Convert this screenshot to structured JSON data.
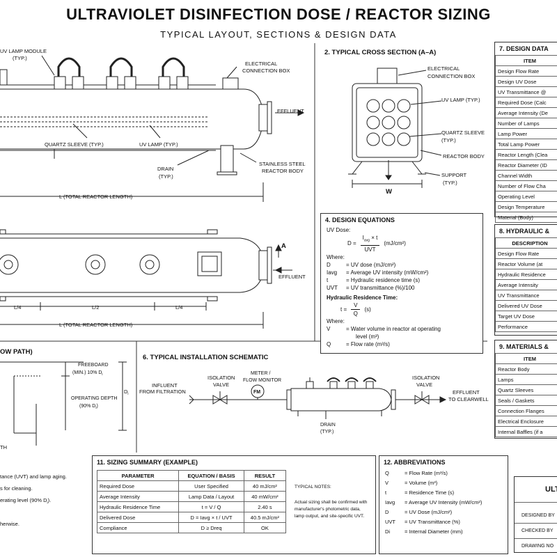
{
  "header": {
    "title": "ULTRAVIOLET DISINFECTION DOSE / REACTOR SIZING",
    "subtitle": "TYPICAL LAYOUT, SECTIONS & DESIGN DATA"
  },
  "elevation": {
    "lamp_module": "UV LAMP MODULE",
    "typ": "(TYP.)",
    "electrical_box": "ELECTRICAL",
    "electrical_box2": "CONNECTION BOX",
    "effluent": "EFFLUENT",
    "quartz_sleeve": "QUARTZ SLEEVE (TYP.)",
    "uv_lamp": "UV LAMP (TYP.)",
    "drain": "DRAIN",
    "stainless": "STAINLESS STEEL",
    "reactor_body": "REACTOR BODY",
    "length": "L (TOTAL REACTOR LENGTH)"
  },
  "plan": {
    "l4a": "L/4",
    "l2": "L/2",
    "l4b": "L/4",
    "section_mark": "A",
    "effluent": "EFFLUENT",
    "length": "L (TOTAL REACTOR LENGTH)"
  },
  "cross_section": {
    "heading": "2.  TYPICAL CROSS SECTION (A–A)",
    "electrical1": "ELECTRICAL",
    "electrical2": "CONNECTION BOX",
    "uv_lamp": "UV LAMP (TYP.)",
    "quartz1": "QUARTZ SLEEVE",
    "quartz2": "(TYP.)",
    "reactor_body": "REACTOR BODY",
    "support1": "SUPPORT",
    "support2": "(TYP.)",
    "width": "W"
  },
  "design_equations": {
    "heading": "4.  DESIGN EQUATIONS",
    "uv_dose": "UV Dose:",
    "d_eq": "D  =",
    "num": "I",
    "num_sub": "avg",
    "num_rest": " × t",
    "den": "UVT",
    "units": "(mJ/cm²)",
    "where": "Where:",
    "defs": [
      {
        "sym": "D",
        "def": "=   UV dose (mJ/cm²)"
      },
      {
        "sym": "Iavg",
        "def": "=   Average UV intensity (mW/cm²)"
      },
      {
        "sym": "t",
        "def": "=   Hydraulic residence time (s)"
      },
      {
        "sym": "UVT",
        "def": "=   UV transmittance (%)/100"
      }
    ],
    "hrt_heading": "Hydraulic Residence Time:",
    "t_eq": "t  =",
    "t_num": "V",
    "t_den": "Q",
    "t_units": "(s)",
    "where2": "Where:",
    "defs2": [
      {
        "sym": "V",
        "def": "=   Water volume in reactor at operating"
      },
      {
        "sym": "",
        "def": "level (m³)"
      },
      {
        "sym": "Q",
        "def": "=   Flow rate (m³/s)"
      }
    ]
  },
  "flow_path": {
    "heading": "OW PATH)",
    "freeboard1": "FREEBOARD",
    "freeboard2": "(MIN.) 10% D",
    "freeboard2_sub": "i",
    "operating1": "OPERATING DEPTH",
    "operating2": "(90% D",
    "operating2_sub": "i",
    "operating2_end": ")",
    "di": "D",
    "di_sub": "i",
    "th": "TH"
  },
  "installation": {
    "heading": "6.  TYPICAL INSTALLATION SCHEMATIC",
    "influent1": "INFLUENT",
    "influent2": "FROM FILTRATION",
    "iso1a": "ISOLATION",
    "iso1b": "VALVE",
    "meter1": "METER /",
    "meter2": "FLOW MONITOR",
    "fm": "FM",
    "iso2a": "ISOLATION",
    "iso2b": "VALVE",
    "effluent1": "EFFLUENT",
    "effluent2": "TO CLEARWELL",
    "drain1": "DRAIN",
    "drain2": "(TYP.)"
  },
  "design_data": {
    "heading": "7.  DESIGN DATA",
    "col": "ITEM",
    "rows": [
      "Design Flow Rate",
      "Design UV Dose",
      "UV Transmittance @",
      "Required Dose (Calc",
      "Average Intensity (De",
      "Number of Lamps",
      "Lamp Power",
      "Total Lamp Power",
      "Reactor Length (Clea",
      "Reactor Diameter (ID",
      "Channel Width",
      "Number of Flow Cha",
      "Operating Level",
      "Design Temperature",
      "Material (Body)"
    ]
  },
  "hydraulic": {
    "heading": "8.  HYDRAULIC &",
    "col": "DESCRIPTION",
    "rows": [
      "Design Flow Rate",
      "Reactor Volume (at",
      "Hydraulic Residence",
      "Average Intensity",
      "UV Transmittance",
      "Delivered UV Dose",
      "Target UV Dose",
      "Performance"
    ]
  },
  "materials": {
    "heading": "9.  MATERIALS &",
    "col": "ITEM",
    "rows": [
      "Reactor Body",
      "Lamps",
      "Quartz Sleeves",
      "Seals / Gaskets",
      "Connection Flanges",
      "Electrical Enclosure",
      "Internal Baffles (if a"
    ]
  },
  "notes_left": [
    "tance (UVT) and lamp aging.",
    "s for cleaning.",
    "erating level (90% D",
    "herwise."
  ],
  "sizing_summary": {
    "heading": "11.  SIZING SUMMARY (EXAMPLE)",
    "cols": [
      "PARAMETER",
      "EQUATION / BASIS",
      "RESULT"
    ],
    "rows": [
      [
        "Required Dose",
        "User Specified",
        "40  mJ/cm²"
      ],
      [
        "Average Intensity",
        "Lamp Data / Layout",
        "40  mW/cm²"
      ],
      [
        "Hydraulic Residence Time",
        "t  =  V / Q",
        "2.40  s"
      ],
      [
        "Delivered Dose",
        "D  =  Iavg  × t / UVT",
        "40.5  mJ/cm²"
      ],
      [
        "Compliance",
        "D  ≥  Dreq",
        "OK"
      ]
    ],
    "notes_heading": "TYPICAL NOTES:",
    "notes": [
      "Actual sizing shall be confirmed with",
      "manufacturer's photometric data,",
      "lamp output, and site-specific UVT."
    ]
  },
  "abbreviations": {
    "heading": "12.  ABBREVIATIONS",
    "rows": [
      {
        "sym": "Q",
        "def": "=   Flow Rate (m³/s)"
      },
      {
        "sym": "V",
        "def": "=   Volume (m³)"
      },
      {
        "sym": "t",
        "def": "=   Residence Time (s)"
      },
      {
        "sym": "Iavg",
        "def": "=   Average UV Intensity (mW/cm²)"
      },
      {
        "sym": "D",
        "def": "=   UV Dose (mJ/cm²)"
      },
      {
        "sym": "UVT",
        "def": "=   UV Transmittance (%)"
      },
      {
        "sym": "Di",
        "def": "=   Internal Diameter (mm)"
      }
    ]
  },
  "title_block": {
    "name": "ULT",
    "designed": "DESIGNED BY",
    "checked": "CHECKED BY",
    "drawing": "DRAWING NO"
  }
}
